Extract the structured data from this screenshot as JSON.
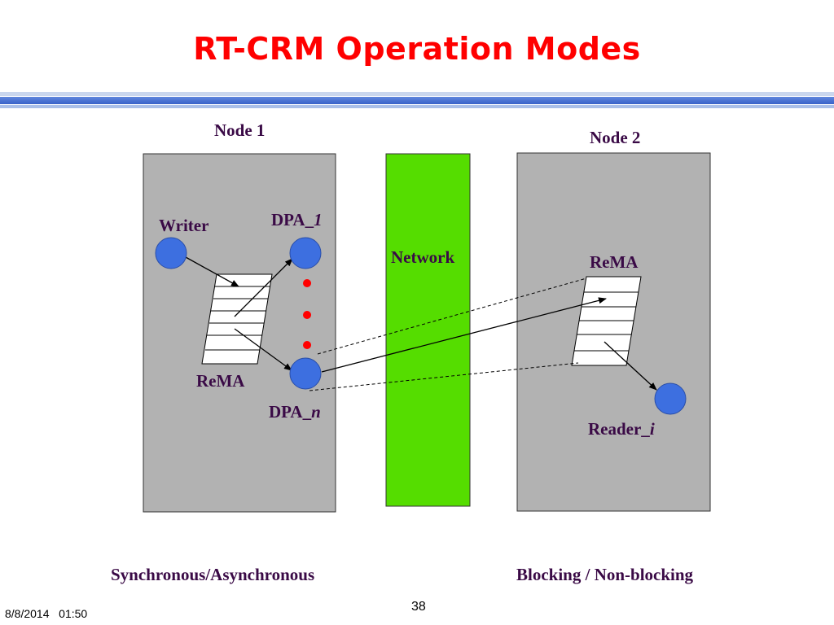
{
  "slide": {
    "title": "RT-CRM Operation Modes",
    "date": "8/8/2014   01:50",
    "page_number": "38"
  },
  "diagram": {
    "node1": {
      "label": "Node 1",
      "writer": "Writer",
      "dpa_first_prefix": "DPA_",
      "dpa_first_index": "1",
      "rema": "ReMA",
      "dpa_last_prefix": "DPA_",
      "dpa_last_index": "n"
    },
    "network": {
      "label": "Network"
    },
    "node2": {
      "label": "Node 2",
      "rema": "ReMA",
      "reader_prefix": "Reader_",
      "reader_index": "i"
    },
    "footer_left": "Synchronous/Asynchronous",
    "footer_right": "Blocking / Non-blocking"
  },
  "colors": {
    "title": "#ff0000",
    "node_box": "#b2b2b2",
    "network_box": "#55dd00",
    "circle": "#3d6fe0",
    "ellipsis_dots": "#ff0000",
    "label_text": "#3a0a46"
  }
}
